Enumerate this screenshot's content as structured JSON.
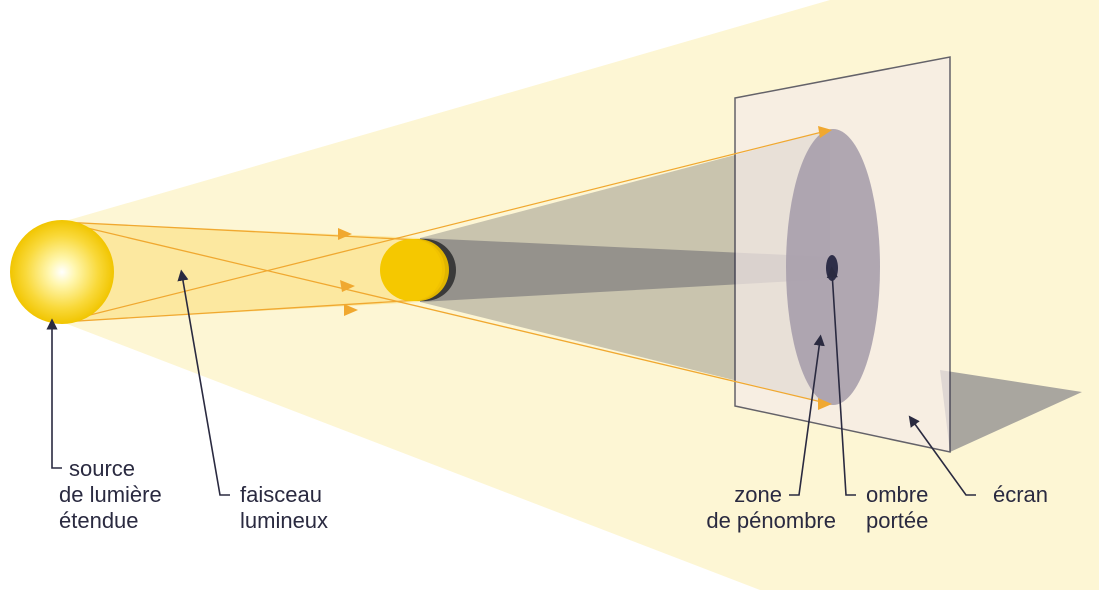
{
  "labels": {
    "source_line1": "source",
    "source_line2": "de lumière",
    "source_line3": "étendue",
    "faisceau_line1": "faisceau",
    "faisceau_line2": "lumineux",
    "zone_line1": "zone",
    "zone_line2": "de pénombre",
    "ombre_line1": "ombre",
    "ombre_line2": "portée",
    "ecran": "écran"
  },
  "colors": {
    "light_cone": "#fdf6d4",
    "beam": "#fbe596",
    "ray": "#f0a830",
    "sun_core": "#fffde0",
    "sun_edge": "#f3c800",
    "object": "#f5c800",
    "object_shadow_side": "#3a3a3a",
    "umbra": "#8c8a86",
    "penumbra": "#b7b3a1",
    "screen": "#f5ebe8",
    "screen_edge": "#2a2a40",
    "screen_ground_shadow": "#a9a69f",
    "penumbra_disc": "#aaa2ad",
    "umbra_spot": "#2e2e48",
    "pointer": "#2a2a40"
  }
}
